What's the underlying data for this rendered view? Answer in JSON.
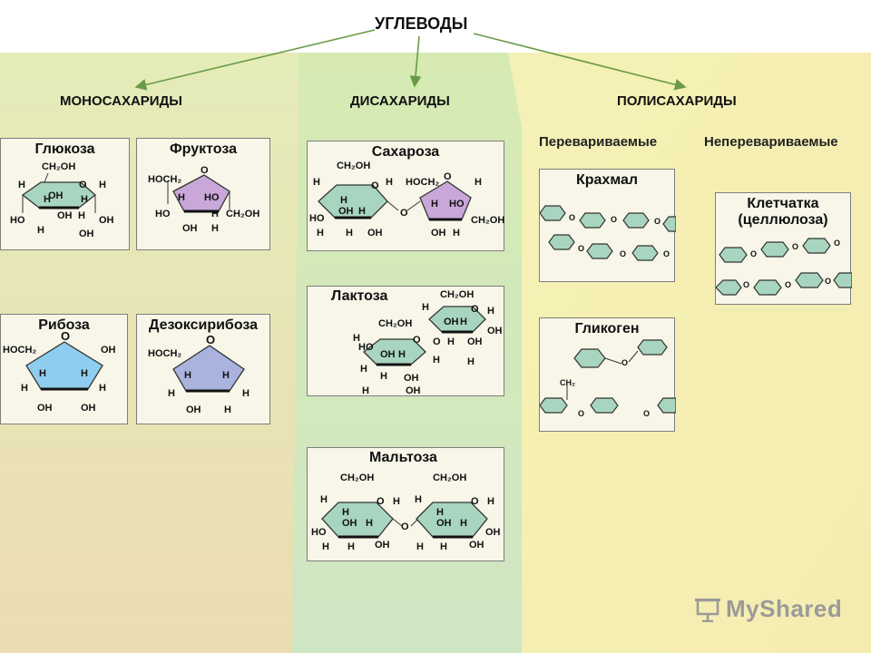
{
  "title": "УГЛЕВОДЫ",
  "categories": {
    "mono": "МОНОСАХАРИДЫ",
    "di": "ДИСАХАРИДЫ",
    "poly": "ПОЛИСАХАРИДЫ"
  },
  "poly_subgroups": {
    "digestible": "Перевариваемые",
    "indigestible": "Неперевариваемые"
  },
  "cards": {
    "glucose": "Глюкоза",
    "fructose": "Фруктоза",
    "ribose": "Рибоза",
    "deoxyribose": "Дезоксирибоза",
    "sucrose": "Сахароза",
    "lactose": "Лактоза",
    "maltose": "Мальтоза",
    "starch": "Крахмал",
    "glycogen": "Гликоген",
    "cellulose_line1": "Клетчатка",
    "cellulose_line2": "(целлюлоза)"
  },
  "watermark": "MyShared",
  "colors": {
    "hexose_ring": "#a8d5bf",
    "fructose_ring": "#c9a7d9",
    "ribose_ring": "#8ecdef",
    "deoxyribose_ring": "#a9b3de",
    "arrow": "#6a9a45"
  }
}
